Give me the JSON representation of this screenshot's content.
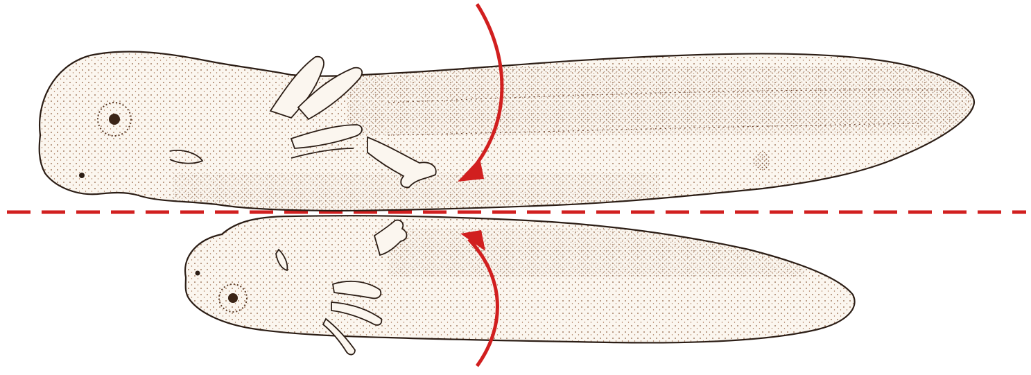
{
  "figure": {
    "type": "scientific-illustration",
    "subjects": [
      "axolotl-larva-upper",
      "axolotl-larva-lower"
    ],
    "colors": {
      "background": "#ffffff",
      "outline": "#2b1d15",
      "stipple": "#8a5a3a",
      "stipple_dark": "#5b3a25",
      "arrow": "#d11f1f",
      "dashed_line": "#d11f1f"
    },
    "annotations": [
      {
        "kind": "dashed-line",
        "meaning": "midline"
      },
      {
        "kind": "arrow",
        "direction": "down"
      },
      {
        "kind": "arrow",
        "direction": "up"
      }
    ]
  }
}
